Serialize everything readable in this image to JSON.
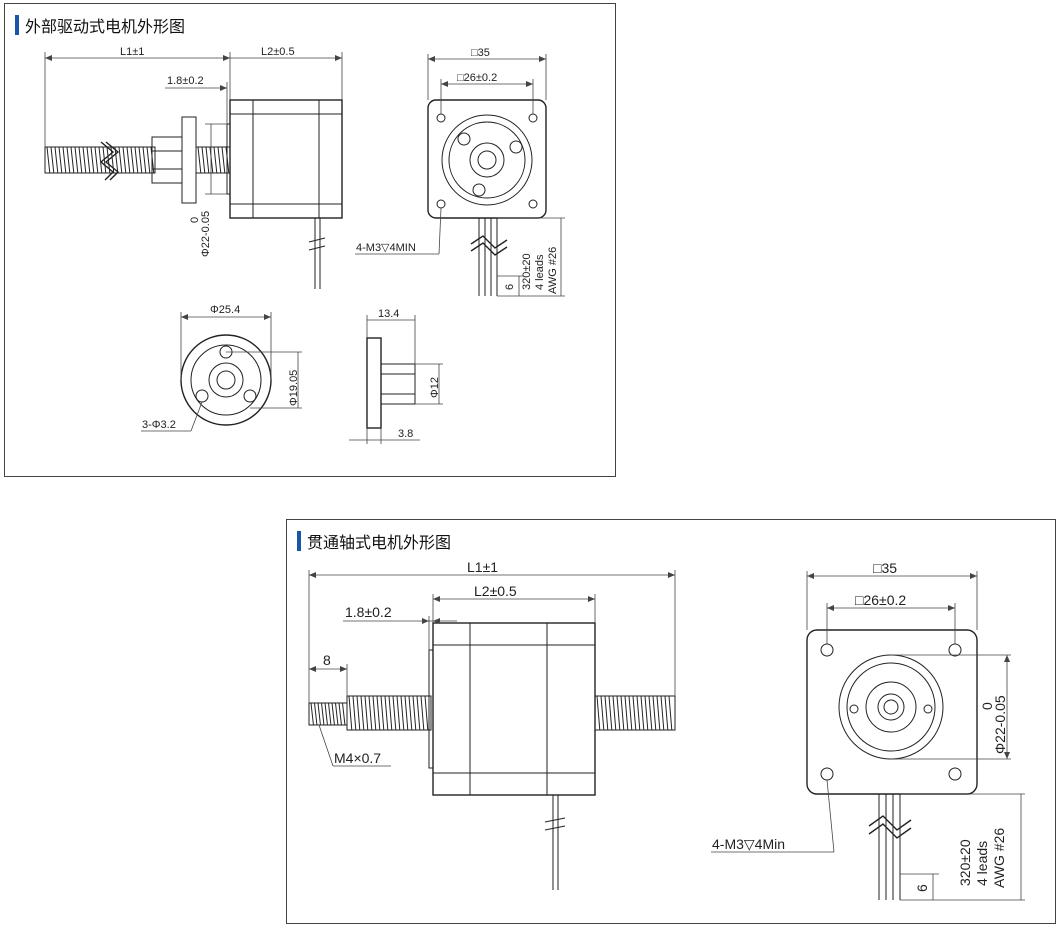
{
  "panel_external": {
    "title": "外部驱动式电机外形图",
    "dims": {
      "l1": "L1±1",
      "l2": "L2±0.5",
      "gap": "1.8±0.2",
      "shaft_dia_a": "0",
      "shaft_dia_b": "Φ22-0.05",
      "sq35": "□35",
      "sq26": "□26±0.2",
      "holes": "4-M3▽4MIN",
      "lead_len": "320±20",
      "lead_count": "4 leads",
      "awg": "AWG #26",
      "lead_six": "6",
      "nut_dia": "Φ25.4",
      "nut_pcd": "Φ19.05",
      "nut_holes": "3-Φ3.2",
      "nut_len": "13.4",
      "nut_boss": "Φ12",
      "nut_flange": "3.8"
    }
  },
  "panel_through": {
    "title": "贯通轴式电机外形图",
    "dims": {
      "l1": "L1±1",
      "l2": "L2±0.5",
      "gap": "1.8±0.2",
      "tip": "8",
      "thread": "M4×0.7",
      "sq35": "□35",
      "sq26": "□26±0.2",
      "shaft_dia_a": "0",
      "shaft_dia_b": "Φ22-0.05",
      "holes": "4-M3▽4Min",
      "lead_len": "320±20",
      "lead_count": "4 leads",
      "awg": "AWG #26",
      "lead_six": "6"
    }
  }
}
